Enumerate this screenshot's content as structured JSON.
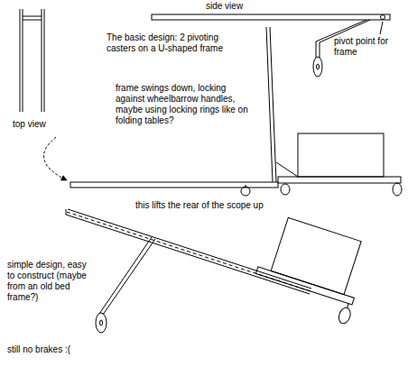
{
  "diagram": {
    "labels": [
      "side view",
      "top view",
      "The basic design: 2 pivoting casters on a U-shaped frame",
      "pivot point for frame",
      "frame swings down, locking against wheelbarrow handles, maybe using locking rings like on folding tables?",
      "this lifts the rear of the scope up",
      "simple design, easy to construct (maybe from an old bed frame?)",
      "still no brakes :("
    ]
  }
}
